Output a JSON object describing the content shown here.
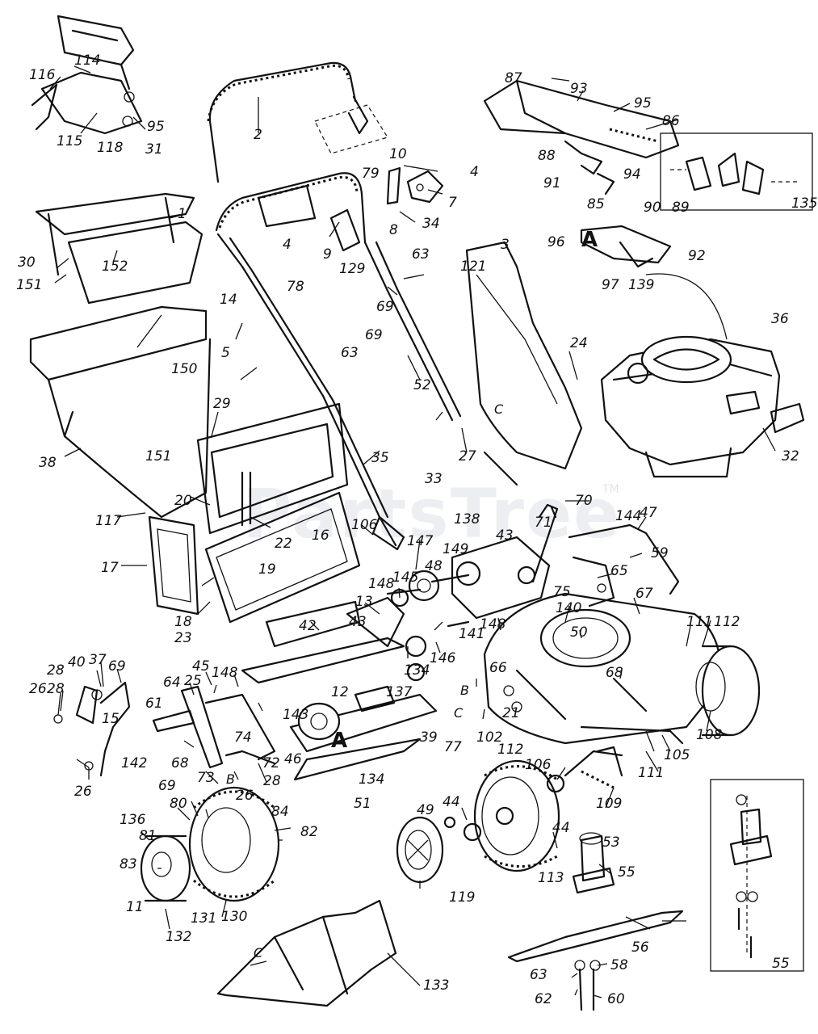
{
  "watermark": {
    "text": "PartsTree",
    "trademark": "TM"
  },
  "reference_letters": [
    "A",
    "A",
    "B",
    "B",
    "C",
    "C",
    "C",
    "C"
  ],
  "callouts": [
    "114",
    "116",
    "115",
    "95",
    "118",
    "31",
    "2",
    "87",
    "93",
    "95",
    "86",
    "88",
    "91",
    "94",
    "85",
    "135",
    "10",
    "4",
    "7",
    "79",
    "34",
    "8",
    "4",
    "9",
    "129",
    "63",
    "121",
    "1",
    "30",
    "152",
    "151",
    "78",
    "69",
    "69",
    "63",
    "96",
    "89",
    "90",
    "92",
    "97",
    "139",
    "36",
    "14",
    "5",
    "150",
    "3",
    "52",
    "24",
    "33",
    "27",
    "29",
    "151",
    "35",
    "38",
    "32",
    "20",
    "117",
    "22",
    "17",
    "106",
    "147",
    "16",
    "70",
    "71",
    "138",
    "43",
    "144",
    "47",
    "59",
    "19",
    "65",
    "148",
    "145",
    "149",
    "48",
    "75",
    "67",
    "13",
    "18",
    "23",
    "42",
    "43",
    "148",
    "141",
    "140",
    "50",
    "134",
    "146",
    "111",
    "112",
    "40",
    "37",
    "69",
    "28",
    "45",
    "25",
    "148",
    "66",
    "68",
    "26",
    "28",
    "64",
    "21",
    "61",
    "15",
    "12",
    "137",
    "143",
    "77",
    "102",
    "108",
    "105",
    "74",
    "142",
    "68",
    "72",
    "46",
    "39",
    "112",
    "111",
    "106",
    "28",
    "26",
    "69",
    "73",
    "26",
    "134",
    "109",
    "51",
    "80",
    "84",
    "136",
    "81",
    "82",
    "49",
    "44",
    "44",
    "53",
    "55",
    "83",
    "113",
    "119",
    "131",
    "130",
    "11",
    "132",
    "56",
    "133",
    "58",
    "63",
    "62",
    "60",
    "55"
  ]
}
